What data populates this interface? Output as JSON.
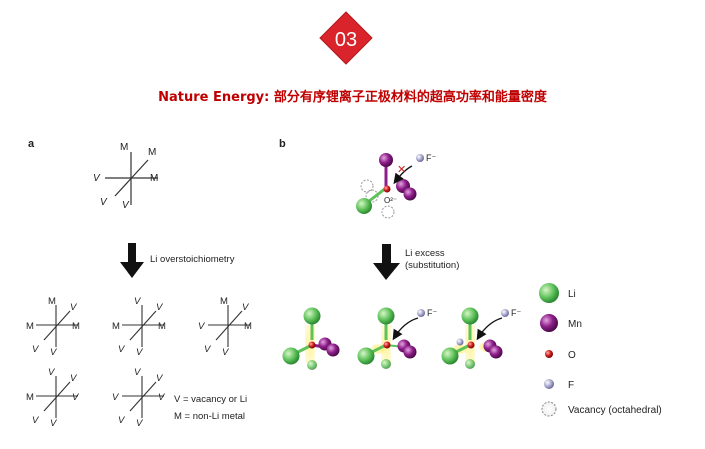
{
  "badge": {
    "number": "03"
  },
  "title": {
    "prefix": "Nature Energy:",
    "text": " 部分有序锂离子正极材料的超高功率和能量密度"
  },
  "panel_a": {
    "letter": "a",
    "arrow_label": "Li overstoichiometry",
    "M": "M",
    "V": "V",
    "key_vacancy": "V = vacancy or Li",
    "key_metal": "M = non-Li metal"
  },
  "panel_b": {
    "letter": "b",
    "arrow_label_1": "Li excess",
    "arrow_label_2": "(substitution)",
    "f_label": "F⁻",
    "o_label": "O²⁻",
    "legend": [
      {
        "label": "Li",
        "color": "#5ec25a"
      },
      {
        "label": "Mn",
        "color": "#8e1e8a"
      },
      {
        "label": "O",
        "color": "#d21f1f"
      },
      {
        "label": "F",
        "color": "#9a9ac6"
      },
      {
        "label": "Vacancy (octahedral)",
        "color": "none"
      }
    ]
  }
}
